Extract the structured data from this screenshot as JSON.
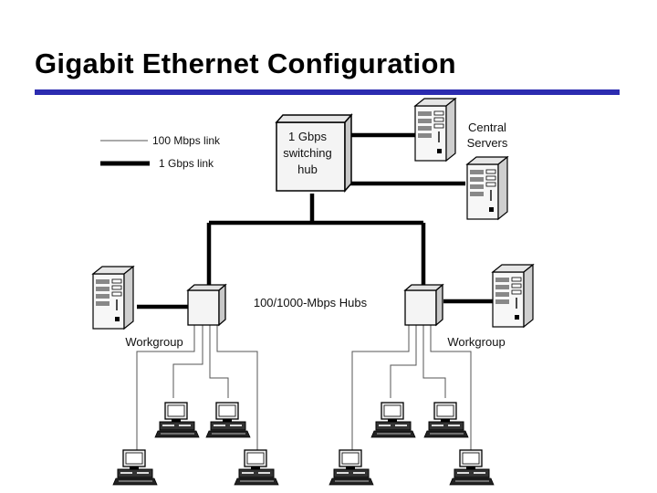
{
  "slide": {
    "title": "Gigabit Ethernet Configuration"
  },
  "legend": {
    "thin_label": "100 Mbps link",
    "thick_label": "1 Gbps link"
  },
  "switch": {
    "lines": [
      "1 Gbps",
      "switching",
      "hub"
    ]
  },
  "servers": {
    "label_lines": [
      "Central",
      "Servers"
    ]
  },
  "hubs": {
    "label": "100/1000-Mbps Hubs"
  },
  "workgroups": {
    "left_label": "Workgroup",
    "right_label": "Workgroup"
  },
  "colors": {
    "title_rule": "#2c2cb0",
    "link": "#000000",
    "thin_link": "#555555"
  }
}
